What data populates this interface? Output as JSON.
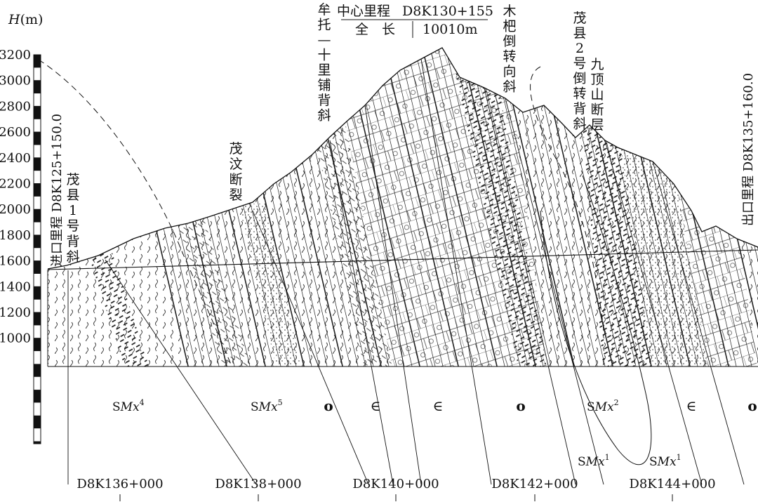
{
  "axis": {
    "label_var": "H",
    "label_unit": "(m)",
    "ticks": [
      {
        "label": "3200",
        "value": 3200
      },
      {
        "label": "3000",
        "value": 3000
      },
      {
        "label": "2800",
        "value": 2800
      },
      {
        "label": "2600",
        "value": 2600
      },
      {
        "label": "2400",
        "value": 2400
      },
      {
        "label": "2200",
        "value": 2200
      },
      {
        "label": "2000",
        "value": 2000
      },
      {
        "label": "1800",
        "value": 1800
      },
      {
        "label": "1600",
        "value": 1600
      },
      {
        "label": "1400",
        "value": 1400
      },
      {
        "label": "1200",
        "value": 1200
      },
      {
        "label": "1000",
        "value": 1000
      }
    ]
  },
  "header": {
    "center_mileage_label": "中心里程",
    "center_mileage_value": "D8K130+155",
    "total_length_label": "全　长",
    "total_length_value": "10010m"
  },
  "portals": {
    "entry_label": "进口里程",
    "entry_value": "D8K125+150.0",
    "exit_label": "出口里程",
    "exit_value": "D8K135+160.0"
  },
  "structures": [
    {
      "name": "茂县1号背斜",
      "chars": [
        "茂",
        "县",
        "1",
        "号",
        "背",
        "斜"
      ]
    },
    {
      "name": "茂汶断裂",
      "chars": [
        "茂",
        "汶",
        "断",
        "裂"
      ]
    },
    {
      "name": "牟托—十里铺背斜",
      "chars": [
        "牟",
        "托",
        "—",
        "十",
        "里",
        "铺",
        "背",
        "斜"
      ]
    },
    {
      "name": "木杷倒转向斜",
      "chars": [
        "木",
        "杷",
        "倒",
        "转",
        "向",
        "斜"
      ]
    },
    {
      "name": "茂县2号倒转背斜",
      "chars": [
        "茂",
        "县",
        "2",
        "号",
        "倒",
        "转",
        "背",
        "斜"
      ]
    },
    {
      "name": "九顶山断层",
      "chars": [
        "九",
        "顶",
        "山",
        "断",
        "层"
      ]
    }
  ],
  "formations": [
    {
      "base": "S",
      "italic": "Mx",
      "sup": "4"
    },
    {
      "base": "S",
      "italic": "Mx",
      "sup": "5"
    },
    {
      "base": "o",
      "italic": "",
      "sup": ""
    },
    {
      "base": "∈",
      "italic": "",
      "sup": ""
    },
    {
      "base": "∈",
      "italic": "",
      "sup": ""
    },
    {
      "base": "o",
      "italic": "",
      "sup": ""
    },
    {
      "base": "S",
      "italic": "Mx",
      "sup": "2"
    },
    {
      "base": "∈",
      "italic": "",
      "sup": ""
    },
    {
      "base": "o",
      "italic": "",
      "sup": ""
    },
    {
      "base": "S",
      "italic": "Mx",
      "sup": "1"
    },
    {
      "base": "S",
      "italic": "Mx",
      "sup": "1"
    }
  ],
  "mileages": [
    "D8K136+000",
    "D8K138+000",
    "D8K140+000",
    "D8K142+000",
    "D8K144+000"
  ]
}
